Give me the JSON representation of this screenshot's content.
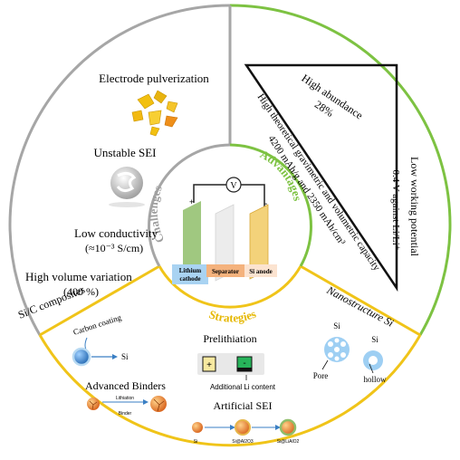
{
  "center": {
    "voltmeter": "V",
    "cathode": [
      "Lithium",
      "cathode"
    ],
    "separator": "Separator",
    "anode": "Si anode",
    "plus": "+",
    "minus": "-"
  },
  "ring_labels": {
    "challenges": "Challenges",
    "advantages": "Advantages",
    "strategies": "Strategies"
  },
  "challenges": {
    "pulverization": "Electrode pulverization",
    "sei": "Unstable SEI",
    "conductivity": "Low conductivity",
    "conductivity_value": "(≈10⁻³ S/cm)",
    "volume": "High volume variation",
    "volume_value": "(400 %)"
  },
  "advantages": {
    "abundance": "High abundance",
    "abundance_value": "28%",
    "potential_title": "Low working potential",
    "potential_value": "0.4 V against Li/Li⁺",
    "capacity_title": "High theoretical gravimetric and volumetric capacity",
    "capacity_value": "4200 mAh/g and 2350 mAh/cm³"
  },
  "strategies": {
    "sic_title": "Si/C composites",
    "carbon_coating": "Carbon coating",
    "si": "Si",
    "binders_title": "Advanced Binders",
    "lithiation": "Lithiation",
    "binder": "Binder",
    "prelithiation_title": "Prelithiation",
    "pre_plus": "+",
    "pre_minus": "-",
    "additional_li": "Additional Li content",
    "artificial_sei_title": "Artificial SEI",
    "sei_si": "Si",
    "sei_al2o3": "Si@Al2O3",
    "sei_lialo2": "Si@LiAlO2",
    "nano_title": "Nanostructure Si",
    "nano_si_left": "Si",
    "nano_si_right": "Si",
    "pore": "Pore",
    "hollow": "hollow"
  },
  "colors": {
    "challenges": "#9e9e9e",
    "advantages": "#7dc242",
    "strategies": "#f0c419",
    "cathode": "#8fbe6a",
    "separator": "#ececec",
    "anode": "#f3d27a",
    "sphere_blue": "#3a7fc4",
    "sphere_orange": "#e0772b"
  }
}
